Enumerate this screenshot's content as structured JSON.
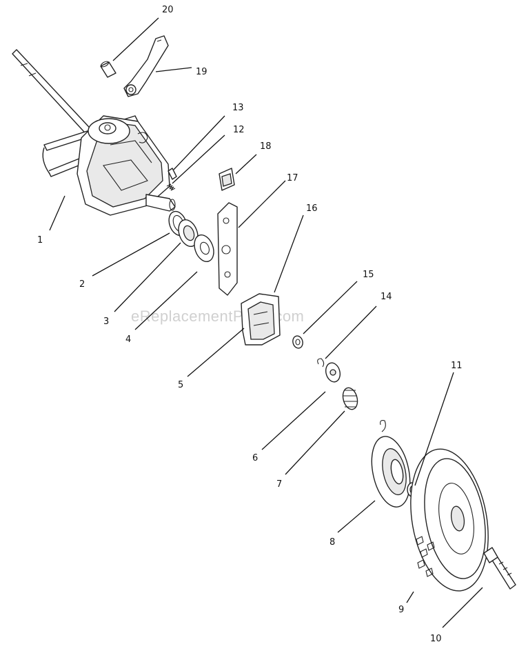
{
  "watermark": "eReplacementParts.com",
  "callouts": [
    {
      "label": "1"
    },
    {
      "label": "2"
    },
    {
      "label": "3"
    },
    {
      "label": "4"
    },
    {
      "label": "5"
    },
    {
      "label": "6"
    },
    {
      "label": "7"
    },
    {
      "label": "8"
    },
    {
      "label": "9"
    },
    {
      "label": "10"
    },
    {
      "label": "11"
    },
    {
      "label": "12"
    },
    {
      "label": "13"
    },
    {
      "label": "14"
    },
    {
      "label": "15"
    },
    {
      "label": "16"
    },
    {
      "label": "17"
    },
    {
      "label": "18"
    },
    {
      "label": "19"
    },
    {
      "label": "20"
    }
  ]
}
